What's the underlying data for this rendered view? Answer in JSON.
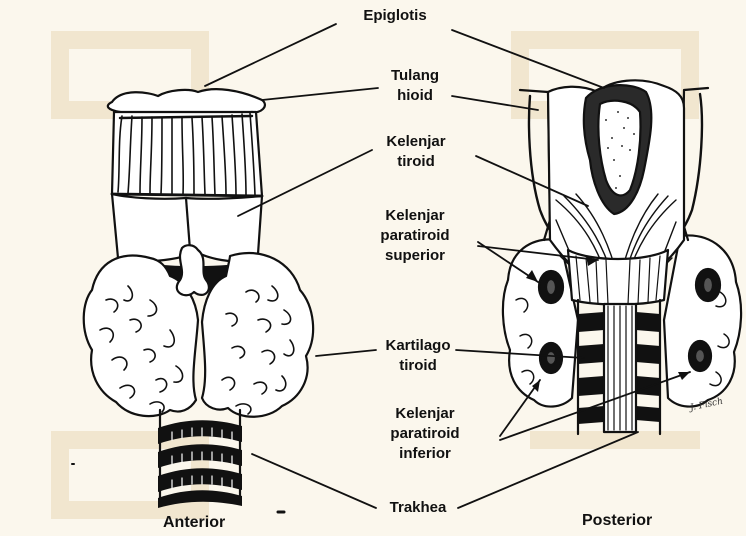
{
  "labels": {
    "epiglotis": "Epiglotis",
    "tulang_hioid": [
      "Tulang",
      "hioid"
    ],
    "kelenjar_tiroid": [
      "Kelenjar",
      "tiroid"
    ],
    "paratiroid_superior": [
      "Kelenjar",
      "paratiroid",
      "superior"
    ],
    "kartilago_tiroid": [
      "Kartilago",
      "tiroid"
    ],
    "paratiroid_inferior": [
      "Kelenjar",
      "paratiroid",
      "inferior"
    ],
    "trakhea": "Trakhea"
  },
  "captions": {
    "anterior": "Anterior",
    "posterior": "Posterior"
  },
  "signature": "J. Fisch",
  "colors": {
    "background": "#fbf7ed",
    "ink": "#111111",
    "watermark": "#f1e8d2"
  }
}
